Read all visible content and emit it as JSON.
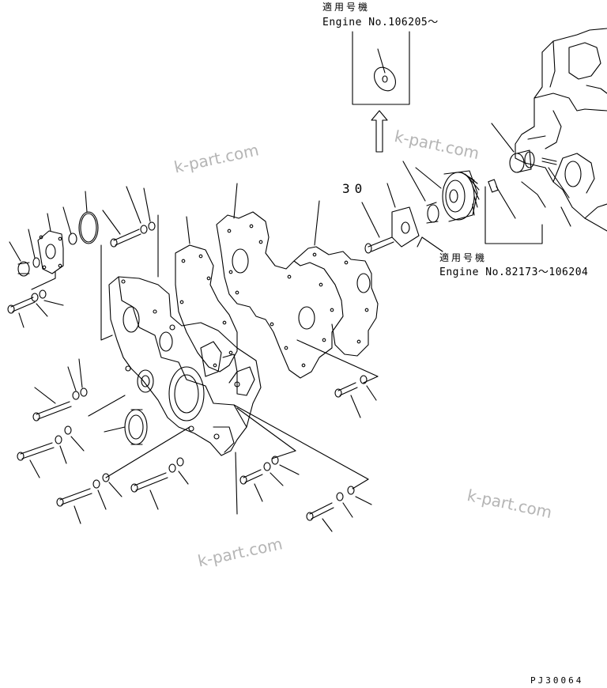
{
  "callouts": {
    "top": {
      "title": "適用号機",
      "engine": "Engine No.106205～"
    },
    "right": {
      "title": "適用号機",
      "engine": "Engine No.82173～106204"
    }
  },
  "part_number_label": "30",
  "watermark": "k-part.com",
  "drawing_code": "PJ30064"
}
